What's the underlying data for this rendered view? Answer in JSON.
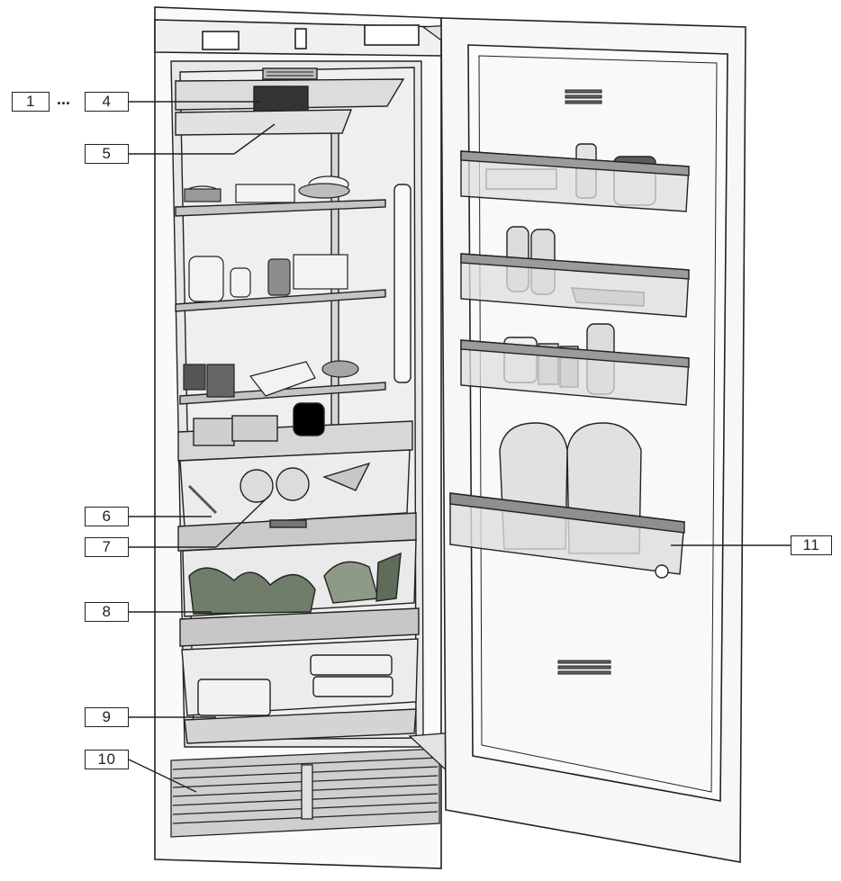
{
  "callouts": [
    {
      "key": "c1",
      "label": "1"
    },
    {
      "key": "c4",
      "label": "4"
    },
    {
      "key": "c5",
      "label": "5"
    },
    {
      "key": "c6",
      "label": "6"
    },
    {
      "key": "c7",
      "label": "7"
    },
    {
      "key": "c8",
      "label": "8"
    },
    {
      "key": "c9",
      "label": "9"
    },
    {
      "key": "c10",
      "label": "10"
    },
    {
      "key": "c11",
      "label": "11"
    }
  ],
  "range_separator": "...",
  "colors": {
    "line": "#222222",
    "cabinet_fill": "#f4f4f4",
    "interior_fill": "#e6e6e6",
    "shelf_fill": "#bdbdbd",
    "drawer_fill": "#ececec",
    "door_fill": "#f7f7f7",
    "bin_fill": "#d9d9d9",
    "grille_fill": "#cfcfcf",
    "food_green": "#6f7d6a",
    "display_dark": "#333333"
  }
}
